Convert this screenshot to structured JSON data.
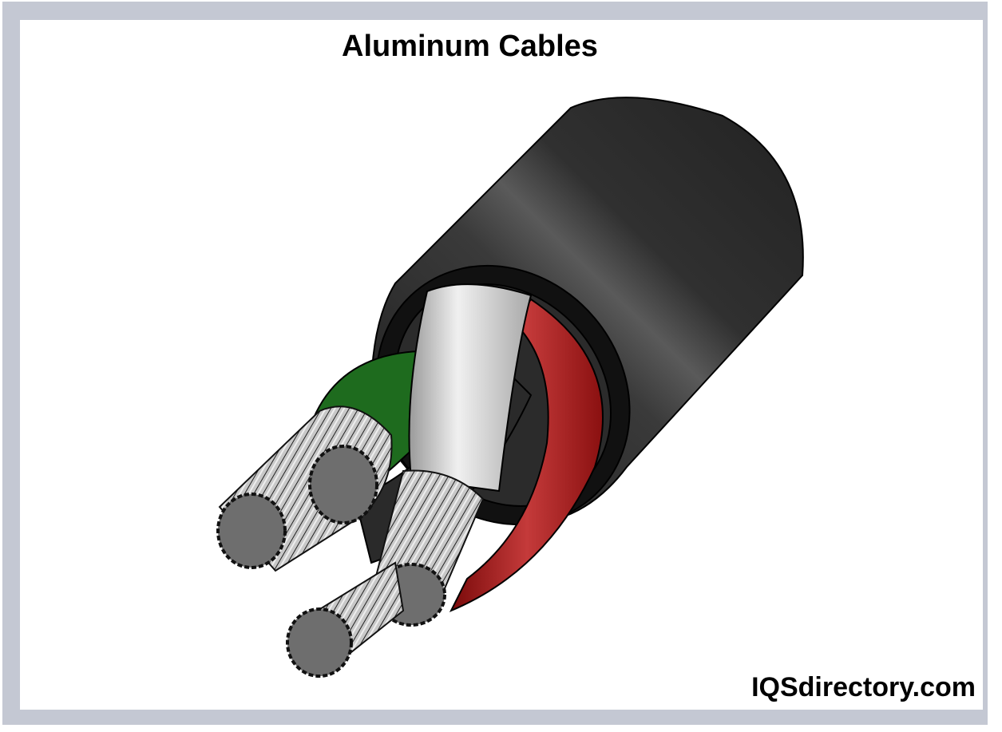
{
  "figure": {
    "title": "Aluminum Cables",
    "watermark": "IQSdirectory.com",
    "illustration": {
      "subject": "multi-conductor aluminum cable cutaway",
      "outer_jacket_color": "#2a2a2a",
      "conductors": [
        {
          "insulation": "green",
          "color": "#1e6b1e"
        },
        {
          "insulation": "white",
          "color": "#d4d4d4"
        },
        {
          "insulation": "red",
          "color": "#9a1010"
        },
        {
          "insulation": "black",
          "color": "#2a2a2a"
        }
      ],
      "strand_color": "#b8b8b8",
      "core_end_color": "#6e6e6e"
    },
    "colors": {
      "frame": "#c4c8d3",
      "background": "#ffffff",
      "text": "#000000"
    }
  }
}
